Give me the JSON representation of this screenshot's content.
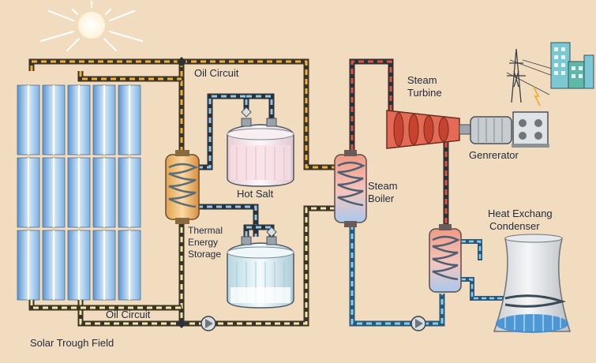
{
  "labels": {
    "oil_circuit_top": "Oil Circuit",
    "oil_circuit_bottom": "Oil Circuit",
    "solar_field": "Solar Trough Field",
    "hot_salt": "Hot Salt",
    "thermal_storage": [
      "Thermal",
      "Energy",
      "Storage"
    ],
    "steam_boiler": [
      "Steam",
      "Boiler"
    ],
    "steam_turbine": [
      "Steam",
      "Turbine"
    ],
    "generator": "Genrerator",
    "condenser": [
      "Heat Exchang",
      "Condenser"
    ]
  },
  "colors": {
    "background": "#f2dcc0",
    "oil_pipe": "#3a3326",
    "oil_dash": "#f0b13a",
    "hot_pipe": "#2c3138",
    "hot_dash": "#e0533d",
    "cold_dash": "#8fc7e8",
    "salt_dash": "#f3e9a6",
    "water_pipe": "#2a5876",
    "water_dash": "#7fd0f2",
    "panel": "#9cc7ea",
    "tank": "#cfe6ee",
    "hot_fluid": "#f5dfe4"
  },
  "icons": [
    "sun-icon",
    "pylon-icon",
    "building-icon",
    "pump-icon",
    "valve-icon",
    "coil-icon"
  ]
}
